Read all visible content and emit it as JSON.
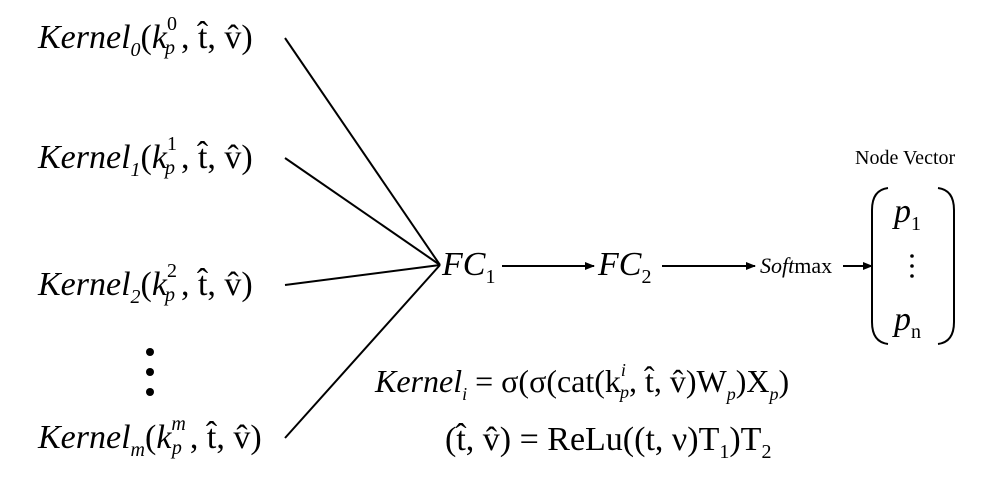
{
  "kernels": [
    {
      "base": "Kernel",
      "sub": "0",
      "k_sup": "0",
      "k_sub": "p",
      "args": ", t̂, v̂)"
    },
    {
      "base": "Kernel",
      "sub": "1",
      "k_sup": "1",
      "k_sub": "p",
      "args": ", t̂, v̂)"
    },
    {
      "base": "Kernel",
      "sub": "2",
      "k_sup": "2",
      "k_sub": "p",
      "args": ", t̂, v̂)"
    },
    {
      "base": "Kernel",
      "sub": "m",
      "k_sup": "m",
      "k_sub": "p",
      "args": ", t̂, v̂)"
    }
  ],
  "fc1": {
    "base": "FC",
    "sub": "1"
  },
  "fc2": {
    "base": "FC",
    "sub": "2"
  },
  "softmax": {
    "prefix": "Soft",
    "suffix": "max"
  },
  "node_vector": {
    "title": "Node Vector",
    "first": {
      "base": "p",
      "sub": "1"
    },
    "last": {
      "base": "p",
      "sub": "n"
    }
  },
  "formula1": {
    "lhs_base": "Kernel",
    "lhs_sub": "i",
    "part1": "= σ(σ(cat(k",
    "k_sup": "i",
    "k_sub": "p",
    "part2": ", t̂, v̂)W",
    "w_sub": "p",
    "part3": ")X",
    "x_sub": "p",
    "part4": ")"
  },
  "formula2": {
    "part1": "(t̂, v̂) = ReLu((t, ν)T",
    "t1_sub": "1",
    "part2": ")T",
    "t2_sub": "2"
  }
}
